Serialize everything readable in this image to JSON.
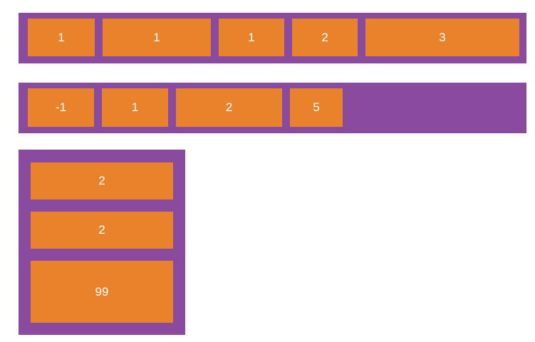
{
  "colors": {
    "container_purple": "#8a4a9e",
    "item_orange": "#e8832c",
    "label_text": "#ffffff",
    "page_background": "#ffffff"
  },
  "diagram": {
    "kind": "flexbox-layout-illustration",
    "containers": [
      {
        "id": "container-1",
        "direction": "row",
        "items": [
          {
            "label": "1"
          },
          {
            "label": "1"
          },
          {
            "label": "1"
          },
          {
            "label": "2"
          },
          {
            "label": "3"
          }
        ]
      },
      {
        "id": "container-2",
        "direction": "row",
        "items": [
          {
            "label": "-1"
          },
          {
            "label": "1"
          },
          {
            "label": "2"
          },
          {
            "label": "5"
          }
        ]
      },
      {
        "id": "container-3",
        "direction": "column",
        "items": [
          {
            "label": "2"
          },
          {
            "label": "2"
          },
          {
            "label": "99"
          }
        ]
      }
    ]
  }
}
